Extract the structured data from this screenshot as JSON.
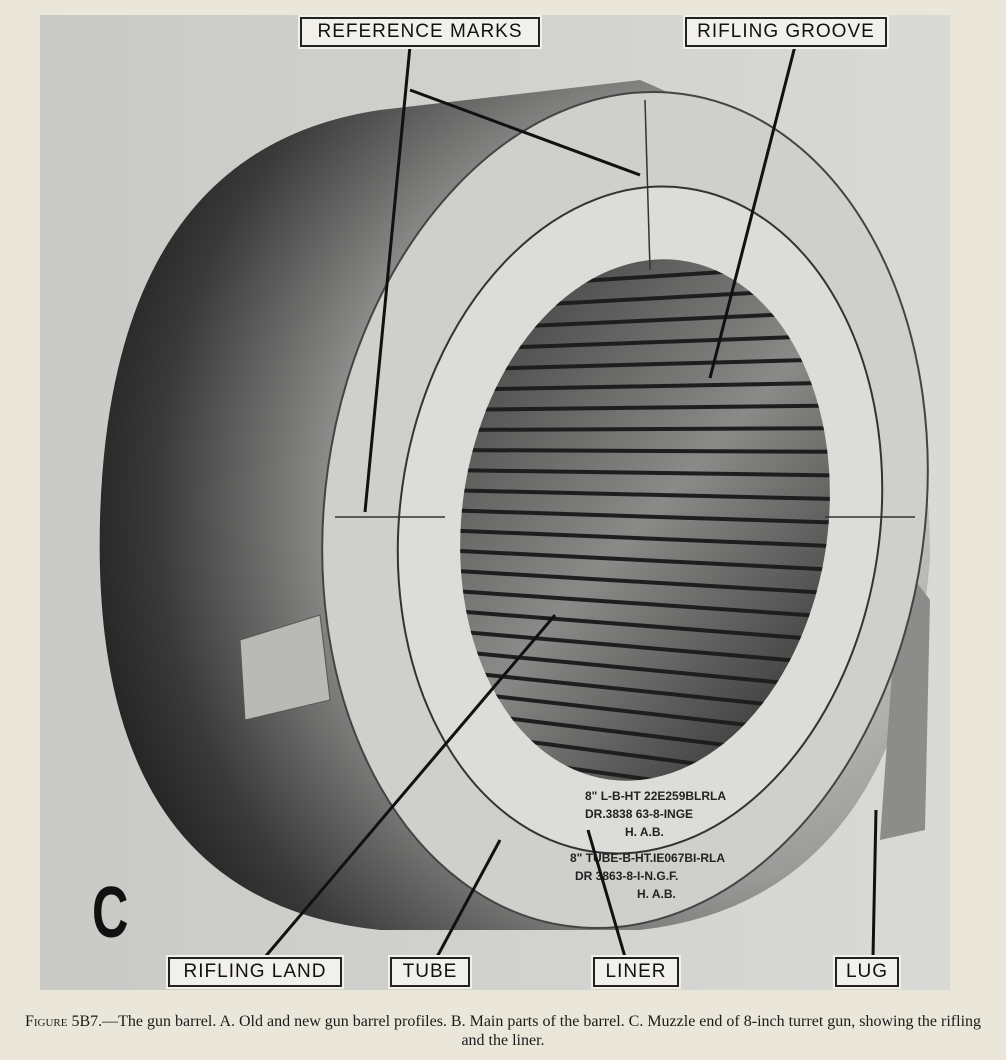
{
  "figure": {
    "panel_letter": "C",
    "labels": {
      "reference_marks": "REFERENCE MARKS",
      "rifling_groove": "RIFLING GROOVE",
      "rifling_land": "RIFLING LAND",
      "tube": "TUBE",
      "liner": "LINER",
      "lug": "LUG"
    },
    "stamps": {
      "liner_line1": "8\" L-B-HT 22E259BLRLA",
      "liner_line2": "DR.3838 63-8-INGE",
      "liner_line3": "H. A.B.",
      "tube_line1": "8\" TUBE-B-HT.IE067BI-RLA",
      "tube_line2": "DR 3863-8-I-N.G.F.",
      "tube_line3": "H. A.B."
    }
  },
  "caption": {
    "figure_number": "Figure 5B7.",
    "text": "—The gun barrel.  A. Old and new gun barrel profiles.  B. Main parts of the barrel.  C. Muzzle end of 8-inch turret gun, showing the rifling and the liner."
  }
}
